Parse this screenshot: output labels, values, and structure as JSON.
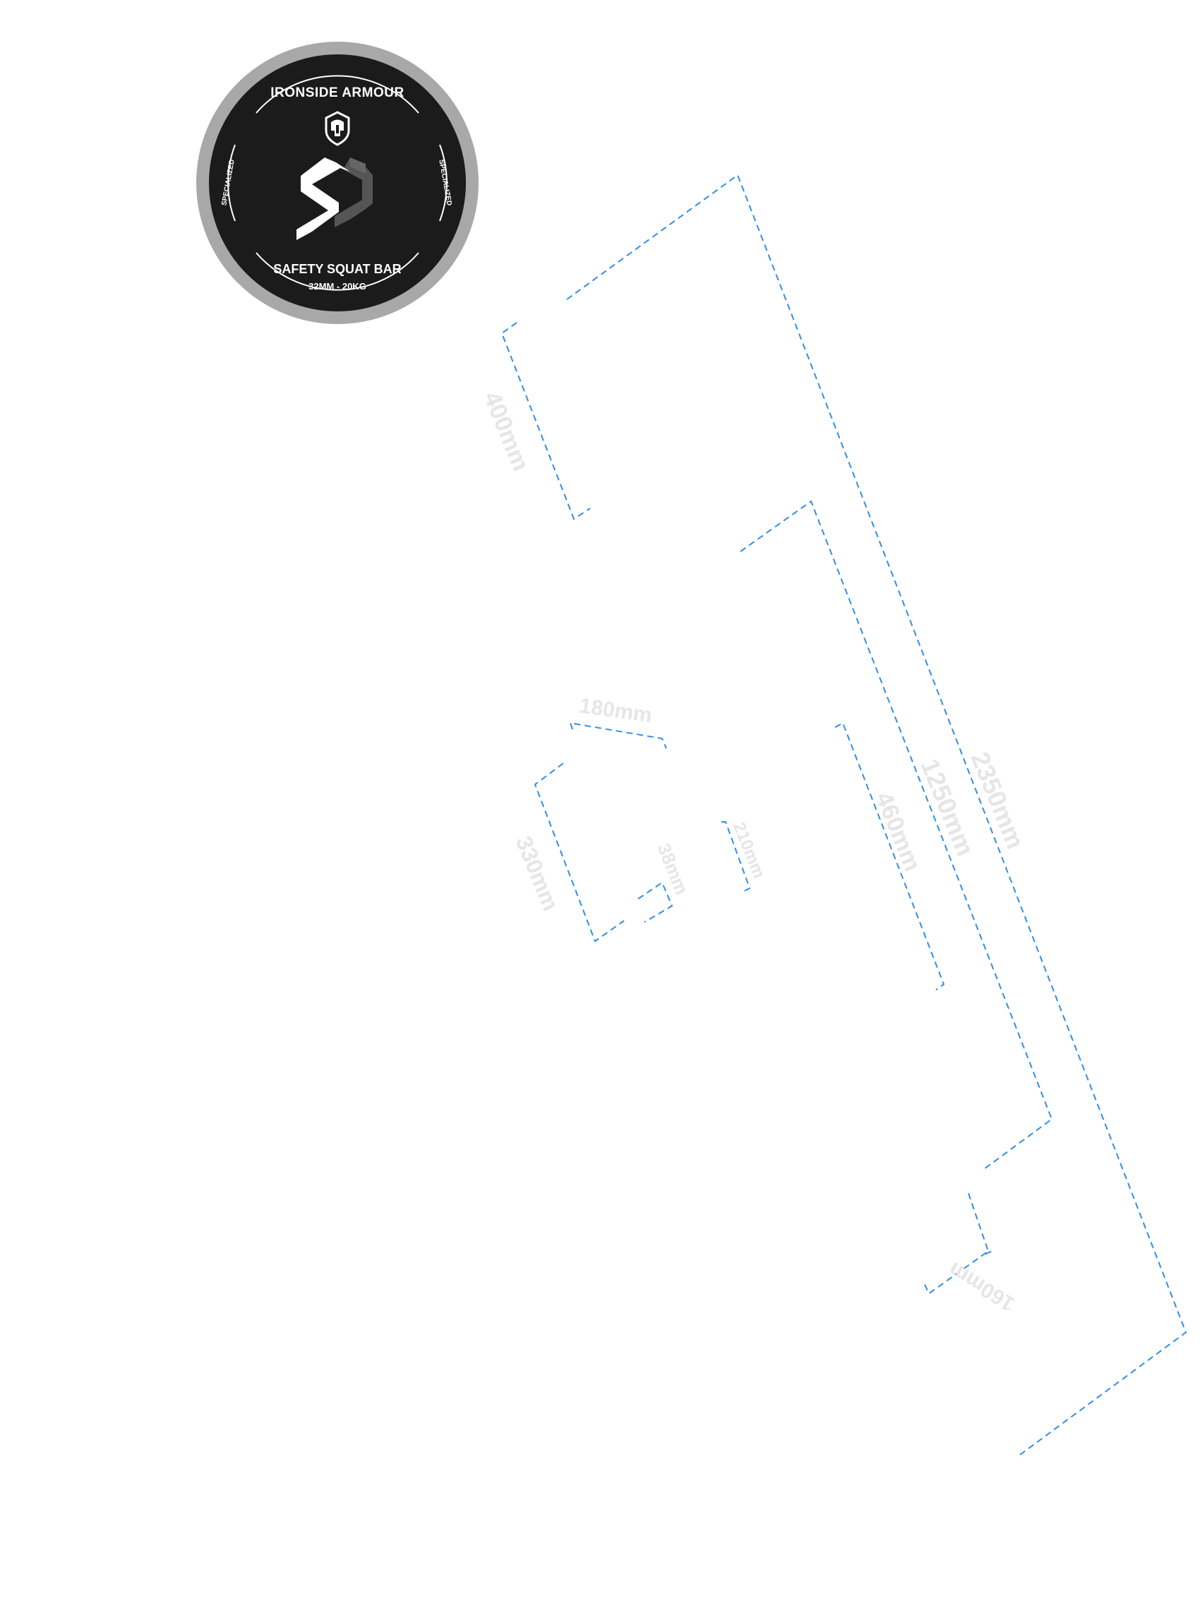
{
  "badge": {
    "brand": "IRONSIDE ARMOUR",
    "side_left": "SPECIALIZED",
    "side_right": "SPECIALIZED",
    "product": "SAFETY SQUAT BAR",
    "spec": "32MM - 20KG",
    "icons": [
      "spartan-helmet-icon",
      "s-monogram-logo"
    ],
    "colors": {
      "outer_ring": "#a8a8a8",
      "face": "#1b1b1b",
      "text": "#ffffff",
      "monogram_shadow": "#555555"
    }
  },
  "dimensions": {
    "total_length": "2350mm",
    "rack_section": "1250mm",
    "handle_section": "460mm",
    "front_arm": "400mm",
    "grip_spacing": "180mm",
    "pad_length": "330mm",
    "handle_diameter": "38mm",
    "handle_offset": "210mm",
    "sleeve_offset": "160mm",
    "line_color": "#2f8ee8",
    "label_color": "#e6e6e6"
  }
}
